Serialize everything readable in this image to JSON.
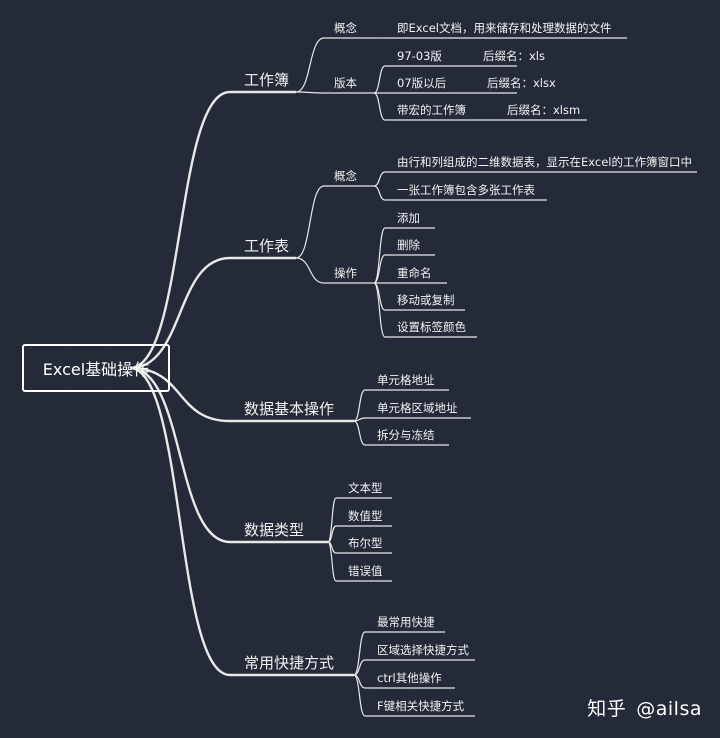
{
  "root": {
    "label": "Excel基础操作"
  },
  "branches": [
    {
      "label": "工作簿",
      "children": [
        {
          "label": "概念",
          "items": [
            {
              "text": "即Excel文档，用来储存和处理数据的文件"
            }
          ]
        },
        {
          "label": "版本",
          "items": [
            {
              "text": "97-03版",
              "suffix": "后缀名：xls"
            },
            {
              "text": "07版以后",
              "suffix": "后缀名：xlsx"
            },
            {
              "text": "带宏的工作簿",
              "suffix": "后缀名：xlsm"
            }
          ]
        }
      ]
    },
    {
      "label": "工作表",
      "children": [
        {
          "label": "概念",
          "items": [
            {
              "text": "由行和列组成的二维数据表，显示在Excel的工作簿窗口中"
            },
            {
              "text": "一张工作簿包含多张工作表"
            }
          ]
        },
        {
          "label": "操作",
          "items": [
            {
              "text": "添加"
            },
            {
              "text": "删除"
            },
            {
              "text": "重命名"
            },
            {
              "text": "移动或复制"
            },
            {
              "text": "设置标签颜色"
            }
          ]
        }
      ]
    },
    {
      "label": "数据基本操作",
      "items": [
        {
          "text": "单元格地址"
        },
        {
          "text": "单元格区域地址"
        },
        {
          "text": "拆分与冻结"
        }
      ]
    },
    {
      "label": "数据类型",
      "items": [
        {
          "text": "文本型"
        },
        {
          "text": "数值型"
        },
        {
          "text": "布尔型"
        },
        {
          "text": "错误值"
        }
      ]
    },
    {
      "label": "常用快捷方式",
      "items": [
        {
          "text": "最常用快捷"
        },
        {
          "text": "区域选择快捷方式"
        },
        {
          "text": "ctrl其他操作"
        },
        {
          "text": "F键相关快捷方式"
        }
      ]
    }
  ],
  "watermark": {
    "site": "知乎",
    "handle": "@ailsa"
  },
  "colors": {
    "background": "#242a37",
    "line": "#e8e8e8",
    "text": "#f2f2f2"
  }
}
